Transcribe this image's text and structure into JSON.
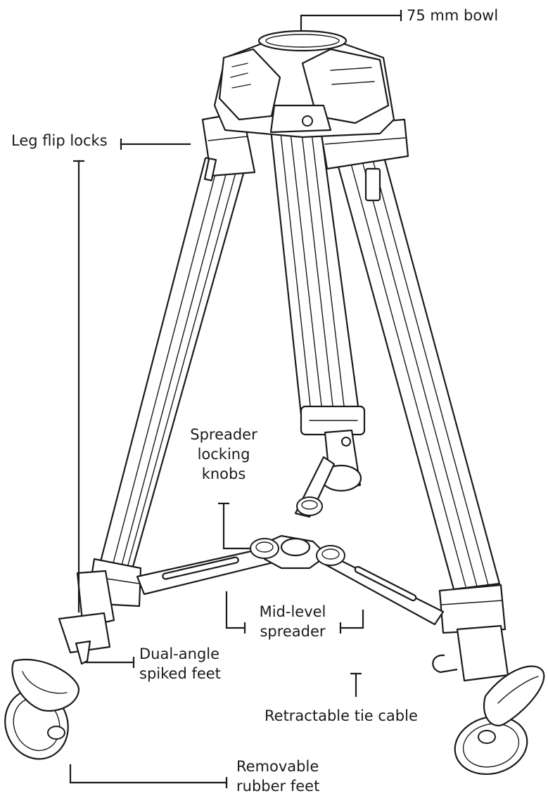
{
  "labels": {
    "bowl": "75 mm bowl",
    "leg_flip_locks": "Leg flip locks",
    "spreader_locking_knobs": [
      "Spreader",
      "locking",
      "knobs"
    ],
    "mid_level_spreader": [
      "Mid-level",
      "spreader"
    ],
    "dual_angle_spiked_feet": [
      "Dual-angle",
      "spiked feet"
    ],
    "retractable_tie_cable": "Retractable tie cable",
    "removable_rubber_feet": [
      "Removable",
      "rubber feet"
    ]
  },
  "colors": {
    "line": "#1a1a1a",
    "background": "#ffffff"
  }
}
